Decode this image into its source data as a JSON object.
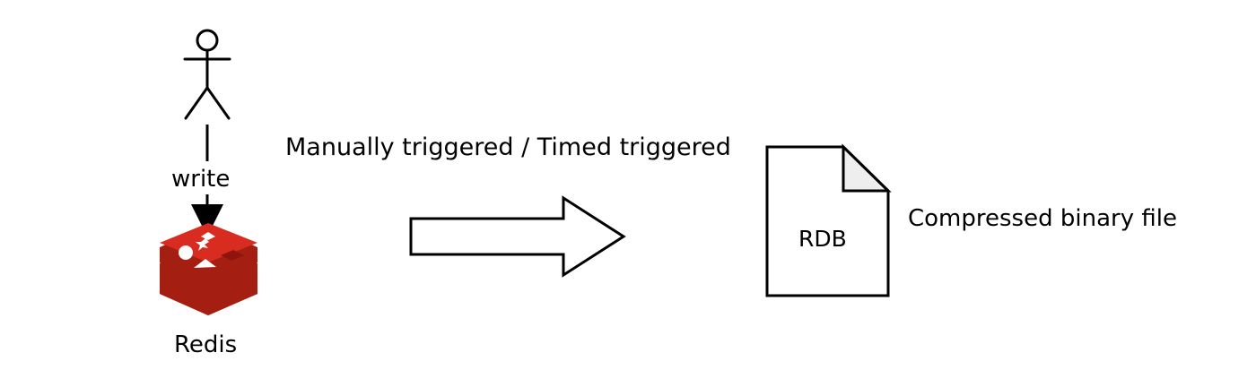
{
  "actor": {
    "write_label": "write"
  },
  "redis": {
    "label": "Redis",
    "colors": {
      "top": "#d82c20",
      "middle": "#c6302b",
      "side": "#a41e11"
    }
  },
  "process": {
    "trigger_label": "Manually triggered / Timed triggered"
  },
  "file": {
    "name": "RDB",
    "description": "Compressed binary file"
  }
}
